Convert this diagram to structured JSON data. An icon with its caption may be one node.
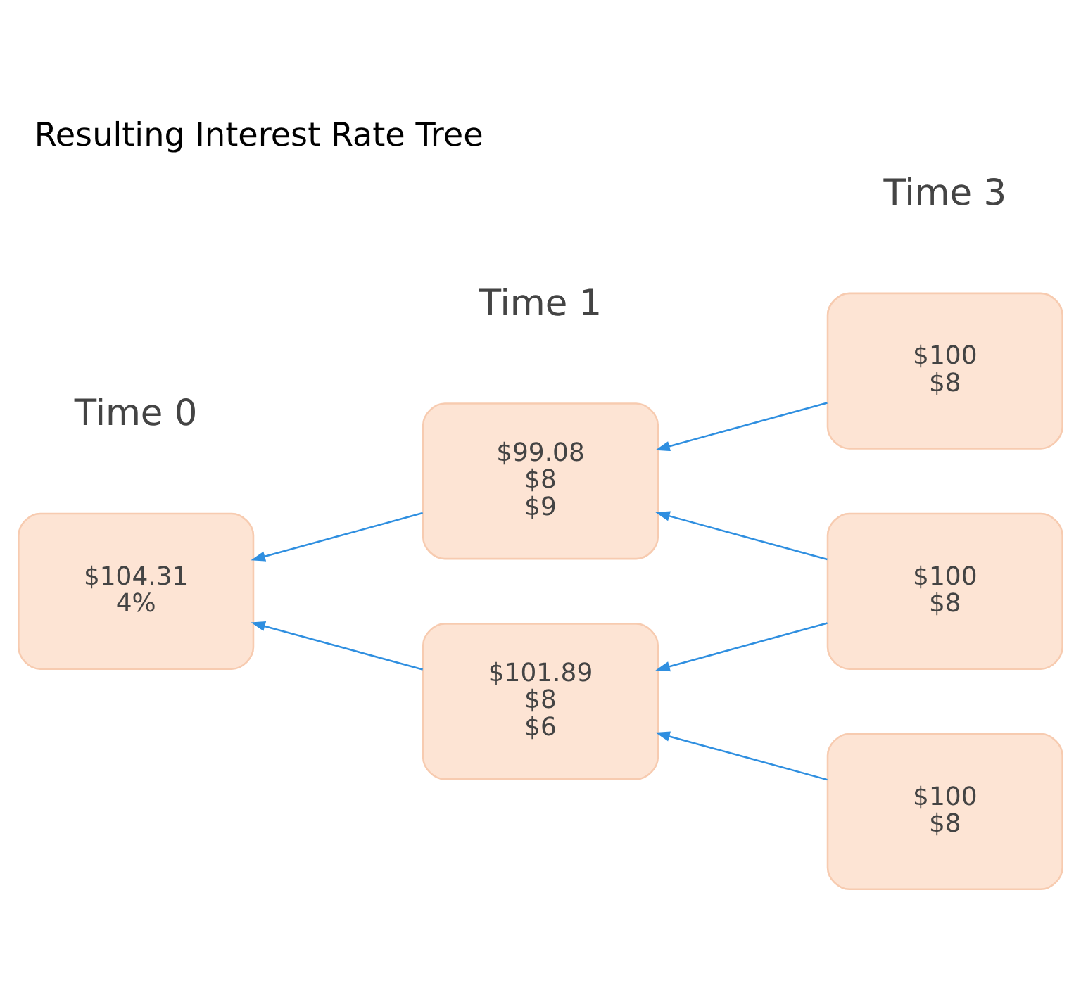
{
  "diagram": {
    "title": "Resulting Interest Rate Tree",
    "nodes": [
      {
        "text": [
          "$104.31",
          "4%"
        ]
      },
      {
        "text": [
          "$99.08",
          "$8",
          "$9"
        ]
      },
      {
        "text": [
          "$101.89",
          "$8",
          "$6"
        ]
      },
      {
        "text": [
          "$100",
          "$8"
        ]
      },
      {
        "text": [
          "$100",
          "$8"
        ]
      },
      {
        "text": [
          "$100",
          "$8"
        ]
      }
    ],
    "edges": [
      {
        "from": 1,
        "to": 0,
        "arrow": "to"
      },
      {
        "from": 2,
        "to": 0,
        "arrow": "to"
      },
      {
        "from": 3,
        "to": 1,
        "arrow": "to"
      },
      {
        "from": 4,
        "to": 1,
        "arrow": "to"
      },
      {
        "from": 4,
        "to": 2,
        "arrow": "to"
      },
      {
        "from": 5,
        "to": 2,
        "arrow": "to"
      }
    ],
    "labels": [
      "Time 0",
      "Time 1",
      "Time 3"
    ]
  }
}
